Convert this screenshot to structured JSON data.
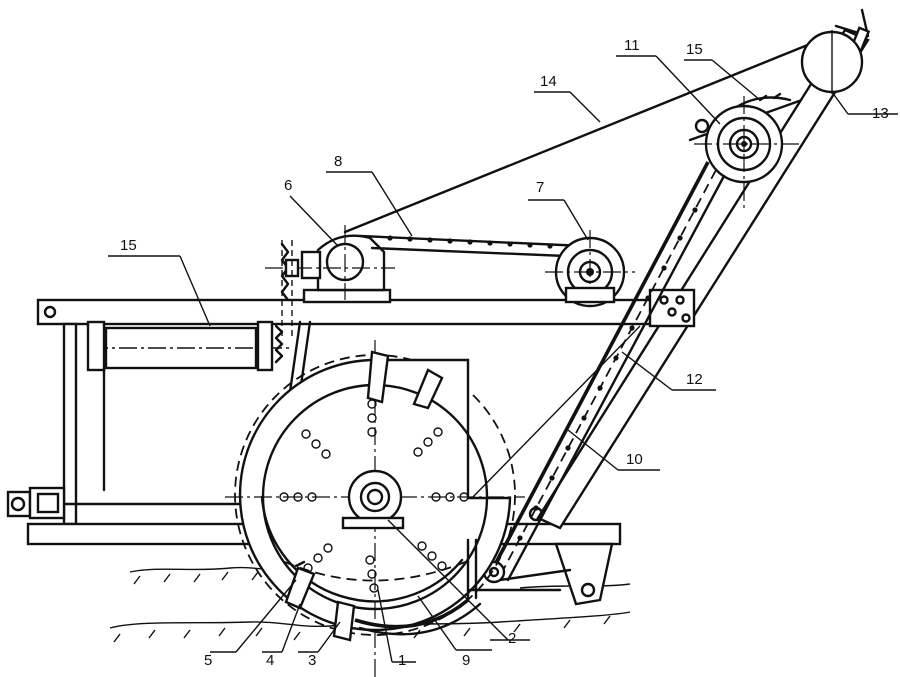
{
  "callouts": {
    "c1": "1",
    "c2": "2",
    "c3": "3",
    "c4": "4",
    "c5": "5",
    "c6": "6",
    "c7": "7",
    "c8": "8",
    "c9": "9",
    "c10": "10",
    "c11": "11",
    "c12": "12",
    "c13": "13",
    "c14": "14",
    "c15a": "15",
    "c15b": "15"
  }
}
